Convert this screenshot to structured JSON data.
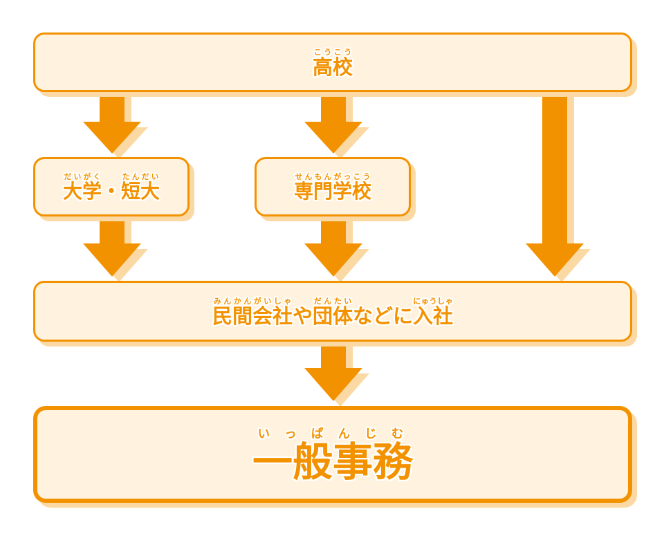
{
  "nodes": {
    "high_school": {
      "text": "高校",
      "ruby": "こうこう"
    },
    "university": {
      "text1": "大学",
      "ruby1": "だいがく",
      "sep": "・",
      "text2": "短大",
      "ruby2": "たんだい"
    },
    "vocational": {
      "text": "専門学校",
      "ruby": "せんもんがっこう"
    },
    "employment": {
      "t1": "民間会社",
      "r1": "みんかんがいしゃ",
      "t2": "や",
      "t3": "団体",
      "r3": "だんたい",
      "t4": "などに",
      "t5": "入社",
      "r5": "にゅうしゃ"
    },
    "general_office": {
      "text": "一般事務",
      "ruby": "いっぱんじむ"
    }
  },
  "colors": {
    "accent": "#f39200",
    "fill": "#fff2de",
    "shadow": "#fbd9a5"
  }
}
